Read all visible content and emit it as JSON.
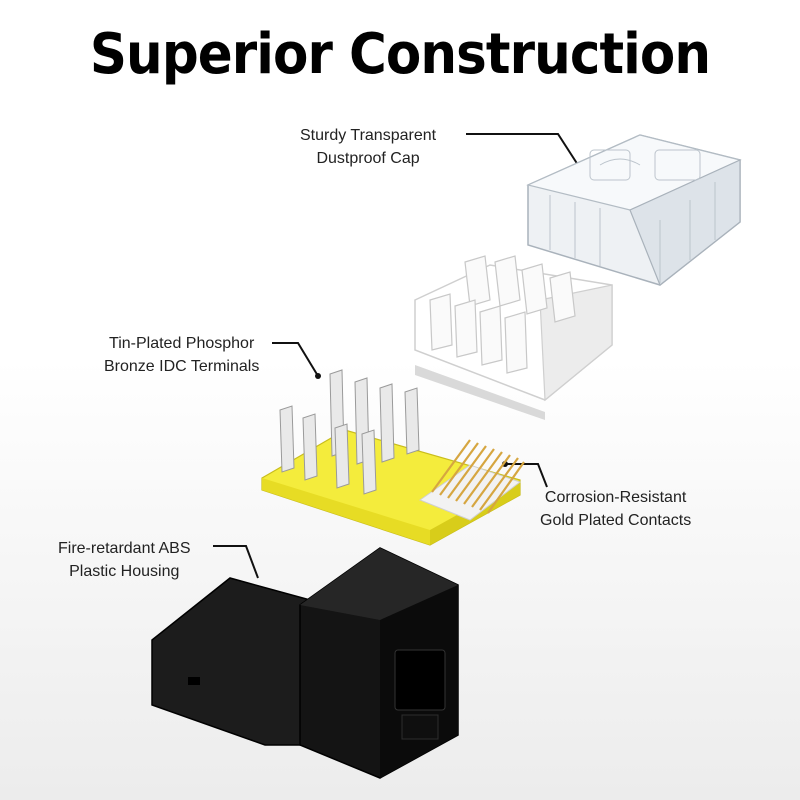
{
  "title": "Superior Construction",
  "labels": {
    "cap": [
      "Sturdy Transparent",
      "Dustproof Cap"
    ],
    "terminals": [
      "Tin-Plated Phosphor",
      "Bronze IDC Terminals"
    ],
    "contacts": [
      "Corrosion-Resistant",
      "Gold Plated Contacts"
    ],
    "housing": [
      "Fire-retardant ABS",
      "Plastic Housing"
    ]
  },
  "colors": {
    "pcb": "#f3ea3a",
    "gold": "#d6a640",
    "housing": "#141414",
    "cap": "#dfe4ea"
  }
}
